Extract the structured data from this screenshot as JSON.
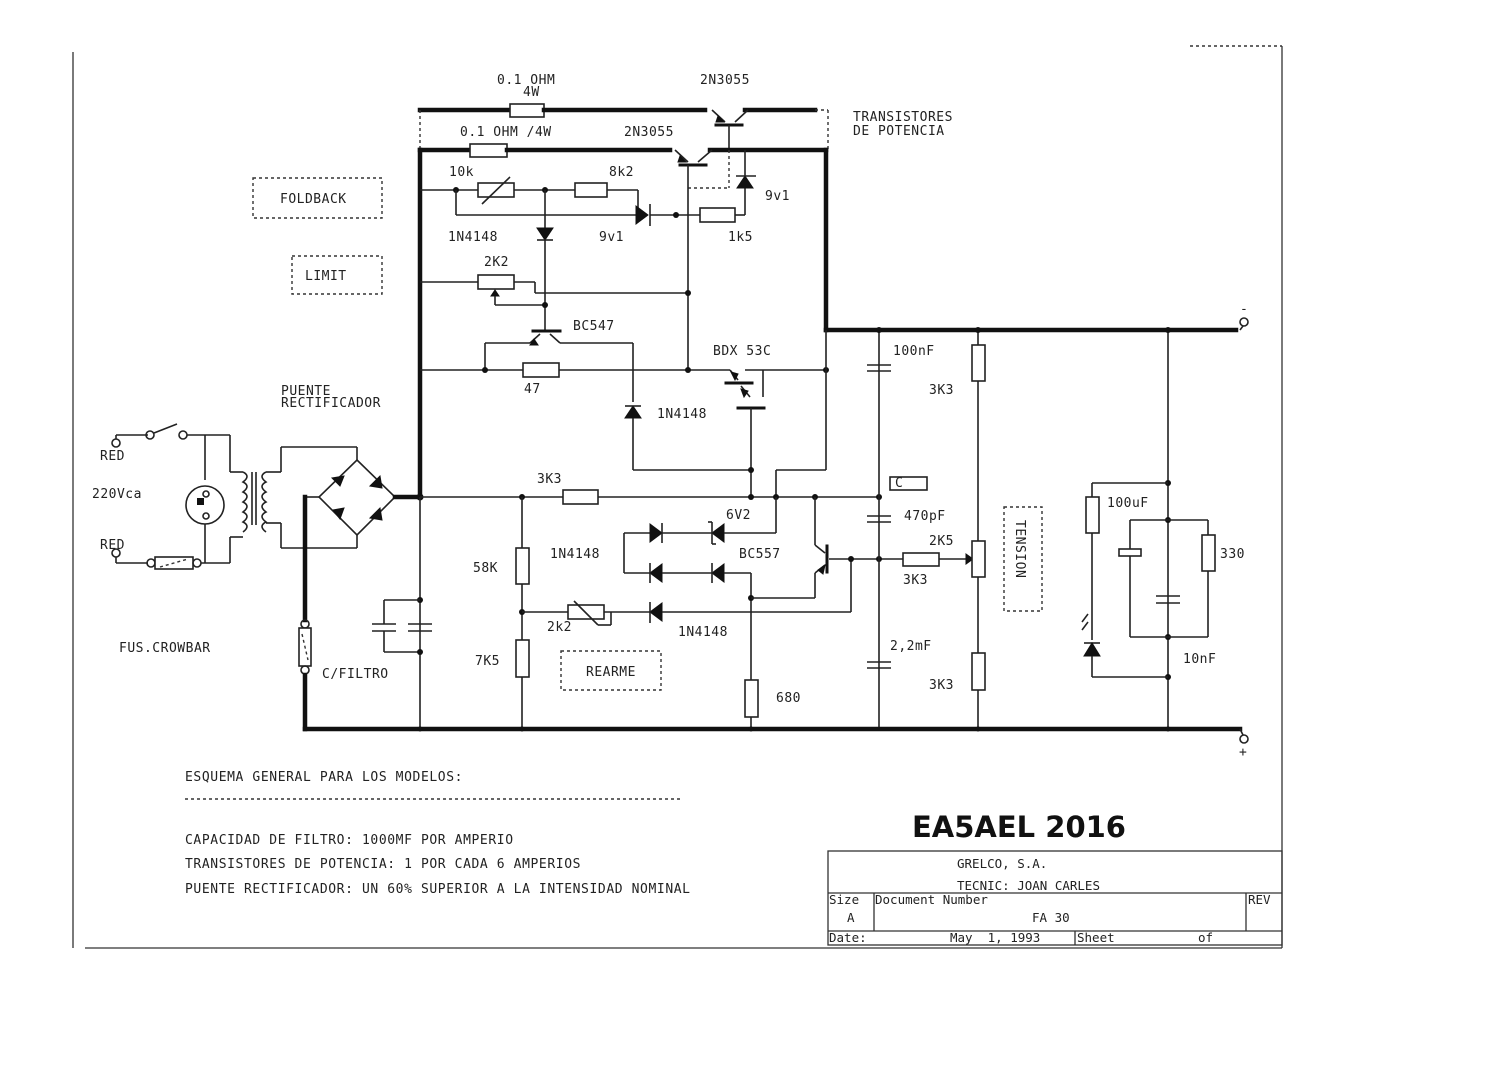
{
  "labels": {
    "r_top_power": "0.1 OHM",
    "r_top_power_w": "4W",
    "r_power2": "0.1 OHM /4W",
    "q_2n3055_a": "2N3055",
    "q_2n3055_b": "2N3055",
    "transistores_potencia_1": "TRANSISTORES",
    "transistores_potencia_2": "DE POTENCIA",
    "pot_10k": "10k",
    "r_8k2": "8k2",
    "z_9v1_a": "9v1",
    "z_9v1_b": "9v1",
    "r_1k5": "1k5",
    "d_1n4148_a": "1N4148",
    "pot_2k2_limit": "2K2",
    "q_bc547": "BC547",
    "r_47": "47",
    "q_bdx53c": "BDX 53C",
    "d_1n4148_b": "1N4148",
    "puente_1": "PUENTE",
    "puente_2": "RECTIFICADOR",
    "red_1": "RED",
    "red_2": "RED",
    "mains": "220Vca",
    "fus_crowbar": "FUS.CROWBAR",
    "c_filtro": "C/FILTRO",
    "r_3k3_a": "3K3",
    "r_58k": "58K",
    "r_7k5": "7K5",
    "d_1n4148_c": "1N4148",
    "d_1n4148_d": "1N4148",
    "z_6v2": "6V2",
    "q_bc557": "BC557",
    "pot_2k2_rearme": "2k2",
    "r_680": "680",
    "c_100nf": "100nF",
    "r_3k3_b": "3K3",
    "c_470pf": "470pF",
    "pot_2k5": "2K5",
    "r_3k3_c": "3K3",
    "c_2_2mf": "2,2mF",
    "r_3k3_d": "3K3",
    "c_100uf": "100uF",
    "r_330": "330",
    "c_10nf": "10nF",
    "c_box": "C",
    "terminal_neg": "-",
    "terminal_pos": "+"
  },
  "boxes": {
    "foldback": "FOLDBACK",
    "limit": "LIMIT",
    "rearme": "REARME",
    "tension": "TENSION"
  },
  "notes": {
    "heading": "ESQUEMA GENERAL PARA LOS MODELOS:",
    "line1": "CAPACIDAD DE FILTRO: 1000MF POR AMPERIO",
    "line2": "TRANSISTORES DE POTENCIA: 1 POR CADA 6 AMPERIOS",
    "line3": "PUENTE RECTIFICADOR: UN 60% SUPERIOR A LA INTENSIDAD NOMINAL"
  },
  "watermark": "EA5AEL 2016",
  "title_block": {
    "company": "GRELCO, S.A.",
    "technician": "TECNIC: JOAN CARLES",
    "size_label": "Size",
    "size_value": "A",
    "doc_number_label": "Document Number",
    "doc_number_value": "FA 30",
    "rev_label": "REV",
    "date_label": "Date:",
    "date_value": "May  1, 1993",
    "sheet_label": "Sheet",
    "of_label": "of"
  },
  "colors": {
    "ink": "#222222",
    "paper": "#ffffff"
  }
}
